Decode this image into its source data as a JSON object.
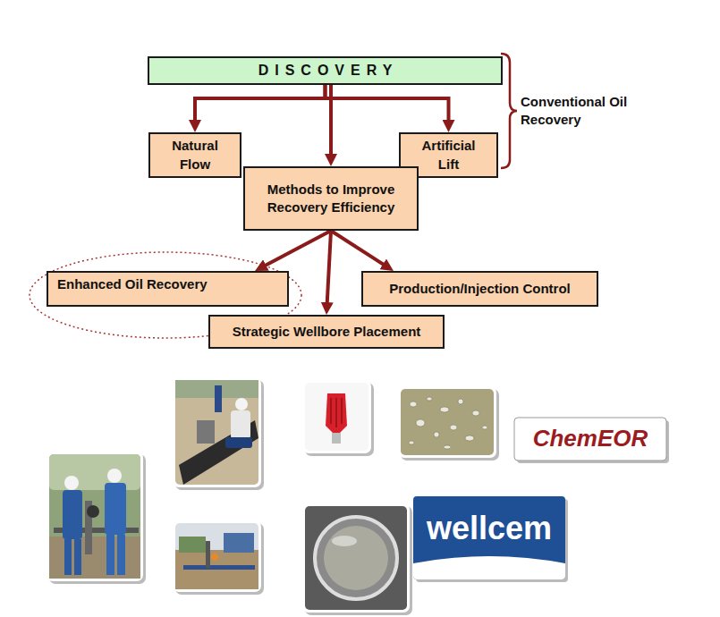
{
  "diagram": {
    "nodes": [
      {
        "text": [
          "DISCOVERY"
        ]
      },
      {
        "text": [
          "Natural Flow"
        ]
      },
      {
        "text": [
          "Artificial Lift"
        ]
      },
      {
        "text": [
          "Methods to Improve Recovery Efficiency"
        ]
      },
      {
        "text": [
          "Enhanced Oil Recovery"
        ]
      },
      {
        "text": [
          "Production/Injection Control"
        ]
      },
      {
        "text": [
          "Strategic Wellbore Placement"
        ]
      }
    ],
    "edges": [
      {
        "from": 0,
        "to": 1,
        "arrow": "to"
      },
      {
        "from": 0,
        "to": 3,
        "arrow": "to"
      },
      {
        "from": 0,
        "to": 2,
        "arrow": "to"
      },
      {
        "from": 3,
        "to": 4,
        "arrow": "to"
      },
      {
        "from": 3,
        "to": 6,
        "arrow": "to"
      },
      {
        "from": 3,
        "to": 5,
        "arrow": "to"
      }
    ],
    "labels": [
      "Conventional Oil Recovery",
      "ChemEOR",
      "wellcem"
    ]
  }
}
